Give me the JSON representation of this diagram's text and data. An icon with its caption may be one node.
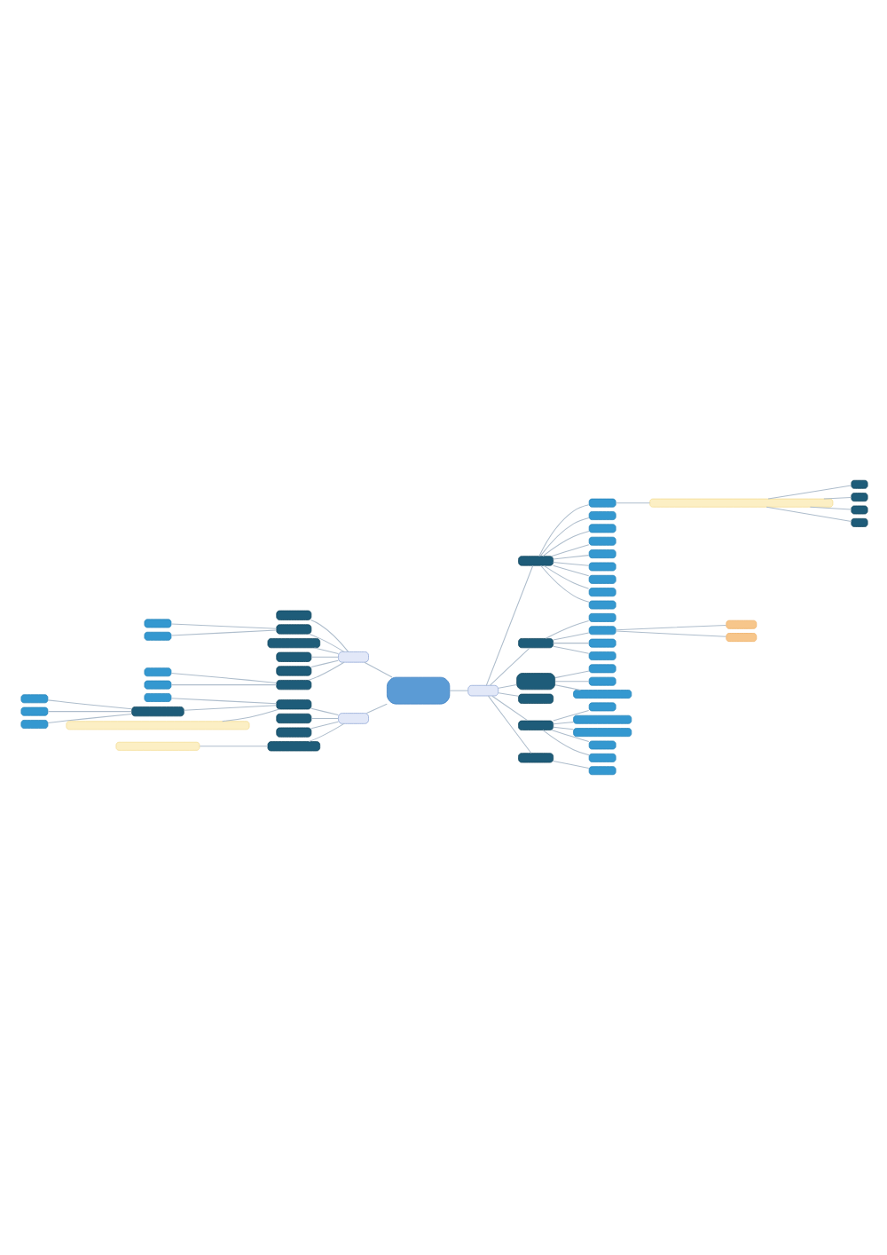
{
  "diagram": {
    "nodes": [
      {
        "text": [],
        "shape": "box"
      },
      {
        "text": [],
        "shape": "box"
      },
      {
        "text": [],
        "shape": "box"
      },
      {
        "text": [],
        "shape": "box"
      },
      {
        "text": [],
        "shape": "box"
      },
      {
        "text": [],
        "shape": "box"
      },
      {
        "text": [],
        "shape": "box"
      },
      {
        "text": [],
        "shape": "box"
      },
      {
        "text": [],
        "shape": "box"
      },
      {
        "text": [],
        "shape": "box"
      },
      {
        "text": [],
        "shape": "box"
      },
      {
        "text": [],
        "shape": "box"
      },
      {
        "text": [],
        "shape": "box"
      },
      {
        "text": [],
        "shape": "box"
      },
      {
        "text": [],
        "shape": "box"
      },
      {
        "text": [],
        "shape": "box"
      },
      {
        "text": [],
        "shape": "box"
      },
      {
        "text": [],
        "shape": "box"
      },
      {
        "text": [],
        "shape": "box"
      },
      {
        "text": [],
        "shape": "box"
      },
      {
        "text": [],
        "shape": "box"
      },
      {
        "text": [],
        "shape": "box"
      },
      {
        "text": [],
        "shape": "box"
      },
      {
        "text": [],
        "shape": "box"
      },
      {
        "text": [],
        "shape": "box"
      },
      {
        "text": [],
        "shape": "box"
      },
      {
        "text": [],
        "shape": "box"
      },
      {
        "text": [],
        "shape": "box"
      },
      {
        "text": [],
        "shape": "box"
      },
      {
        "text": [],
        "shape": "box"
      },
      {
        "text": [],
        "shape": "box"
      },
      {
        "text": [],
        "shape": "box"
      },
      {
        "text": [],
        "shape": "box"
      },
      {
        "text": [],
        "shape": "box"
      },
      {
        "text": [],
        "shape": "box"
      },
      {
        "text": [],
        "shape": "box"
      },
      {
        "text": [],
        "shape": "box"
      },
      {
        "text": [],
        "shape": "box"
      },
      {
        "text": [],
        "shape": "box"
      },
      {
        "text": [],
        "shape": "box"
      },
      {
        "text": [],
        "shape": "box"
      },
      {
        "text": [],
        "shape": "box"
      },
      {
        "text": [],
        "shape": "box"
      },
      {
        "text": [],
        "shape": "box"
      },
      {
        "text": [],
        "shape": "box"
      },
      {
        "text": [],
        "shape": "box"
      },
      {
        "text": [],
        "shape": "box"
      },
      {
        "text": [],
        "shape": "box"
      },
      {
        "text": [],
        "shape": "box"
      },
      {
        "text": [],
        "shape": "box"
      },
      {
        "text": [],
        "shape": "box"
      },
      {
        "text": [],
        "shape": "box"
      },
      {
        "text": [],
        "shape": "box"
      },
      {
        "text": [],
        "shape": "box"
      },
      {
        "text": [],
        "shape": "box"
      },
      {
        "text": [],
        "shape": "box"
      },
      {
        "text": [],
        "shape": "box"
      },
      {
        "text": [],
        "shape": "box"
      },
      {
        "text": [],
        "shape": "box"
      },
      {
        "text": [],
        "shape": "box"
      }
    ],
    "edges": [
      {
        "from": 0,
        "to": 1,
        "arrow": "none"
      },
      {
        "from": 1,
        "to": 2,
        "arrow": "none"
      },
      {
        "from": 2,
        "to": 3,
        "arrow": "none"
      },
      {
        "from": 3,
        "to": 4,
        "arrow": "none"
      },
      {
        "from": 4,
        "to": 5,
        "arrow": "none"
      },
      {
        "from": 4,
        "to": 6,
        "arrow": "none"
      },
      {
        "from": 4,
        "to": 7,
        "arrow": "none"
      },
      {
        "from": 4,
        "to": 8,
        "arrow": "none"
      },
      {
        "from": 2,
        "to": 9,
        "arrow": "none"
      },
      {
        "from": 2,
        "to": 10,
        "arrow": "none"
      },
      {
        "from": 2,
        "to": 11,
        "arrow": "none"
      },
      {
        "from": 2,
        "to": 12,
        "arrow": "none"
      },
      {
        "from": 2,
        "to": 13,
        "arrow": "none"
      },
      {
        "from": 2,
        "to": 14,
        "arrow": "none"
      },
      {
        "from": 2,
        "to": 15,
        "arrow": "none"
      },
      {
        "from": 2,
        "to": 16,
        "arrow": "none"
      },
      {
        "from": 1,
        "to": 17,
        "arrow": "none"
      },
      {
        "from": 17,
        "to": 18,
        "arrow": "none"
      },
      {
        "from": 17,
        "to": 19,
        "arrow": "none"
      },
      {
        "from": 19,
        "to": 20,
        "arrow": "none"
      },
      {
        "from": 19,
        "to": 21,
        "arrow": "none"
      },
      {
        "from": 17,
        "to": 22,
        "arrow": "none"
      },
      {
        "from": 17,
        "to": 23,
        "arrow": "none"
      },
      {
        "from": 1,
        "to": 24,
        "arrow": "none"
      },
      {
        "from": 24,
        "to": 25,
        "arrow": "none"
      },
      {
        "from": 24,
        "to": 26,
        "arrow": "none"
      },
      {
        "from": 24,
        "to": 27,
        "arrow": "none"
      },
      {
        "from": 1,
        "to": 28,
        "arrow": "none"
      },
      {
        "from": 1,
        "to": 29,
        "arrow": "none"
      },
      {
        "from": 29,
        "to": 30,
        "arrow": "none"
      },
      {
        "from": 29,
        "to": 31,
        "arrow": "none"
      },
      {
        "from": 29,
        "to": 32,
        "arrow": "none"
      },
      {
        "from": 29,
        "to": 33,
        "arrow": "none"
      },
      {
        "from": 29,
        "to": 34,
        "arrow": "none"
      },
      {
        "from": 1,
        "to": 35,
        "arrow": "none"
      },
      {
        "from": 35,
        "to": 36,
        "arrow": "none"
      },
      {
        "from": 37,
        "to": 0,
        "arrow": "none"
      },
      {
        "from": 38,
        "to": 37,
        "arrow": "none"
      },
      {
        "from": 39,
        "to": 37,
        "arrow": "none"
      },
      {
        "from": 40,
        "to": 39,
        "arrow": "none"
      },
      {
        "from": 41,
        "to": 39,
        "arrow": "none"
      },
      {
        "from": 42,
        "to": 37,
        "arrow": "none"
      },
      {
        "from": 43,
        "to": 37,
        "arrow": "none"
      },
      {
        "from": 44,
        "to": 37,
        "arrow": "none"
      },
      {
        "from": 45,
        "to": 37,
        "arrow": "none"
      },
      {
        "from": 46,
        "to": 45,
        "arrow": "none"
      },
      {
        "from": 47,
        "to": 45,
        "arrow": "none"
      },
      {
        "from": 48,
        "to": 0,
        "arrow": "none"
      },
      {
        "from": 49,
        "to": 48,
        "arrow": "none"
      },
      {
        "from": 50,
        "to": 49,
        "arrow": "none"
      },
      {
        "from": 51,
        "to": 49,
        "arrow": "none"
      },
      {
        "from": 52,
        "to": 51,
        "arrow": "none"
      },
      {
        "from": 53,
        "to": 51,
        "arrow": "none"
      },
      {
        "from": 54,
        "to": 51,
        "arrow": "none"
      },
      {
        "from": 55,
        "to": 49,
        "arrow": "none"
      },
      {
        "from": 56,
        "to": 48,
        "arrow": "none"
      },
      {
        "from": 57,
        "to": 48,
        "arrow": "none"
      },
      {
        "from": 58,
        "to": 48,
        "arrow": "none"
      },
      {
        "from": 59,
        "to": 58,
        "arrow": "none"
      }
    ]
  }
}
